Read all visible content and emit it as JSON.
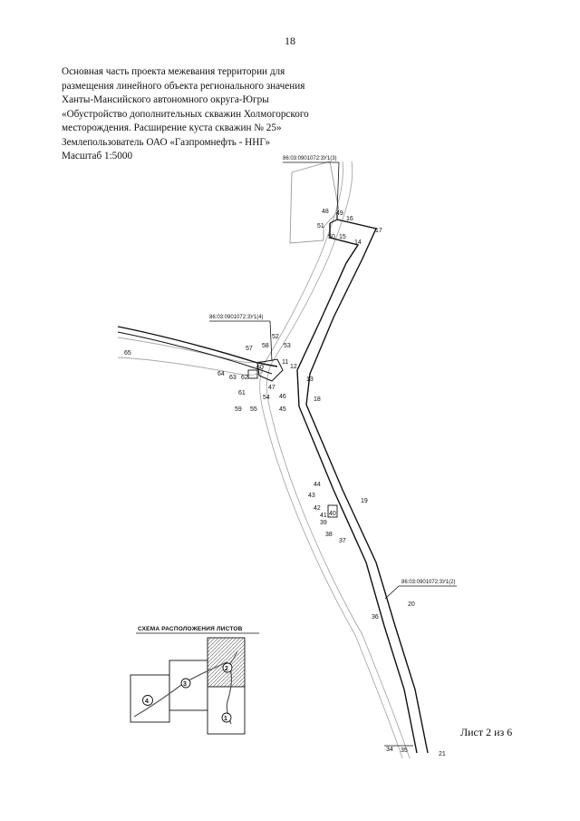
{
  "page": {
    "number": "18",
    "sheet": "Лист 2 из 6"
  },
  "title": {
    "lines": [
      "Основная часть проекта межевания территории для",
      "размещения линейного объекта регионального значения",
      "Ханты-Мансийского автономного округа-Югры",
      "«Обустройство дополнительных скважин Холмогорского",
      "месторождения. Расширение куста скважин № 25»",
      "Землепользователь ОАО «Газпромнефть - ННГ»",
      "Масштаб 1:5000"
    ]
  },
  "map": {
    "cadastral_labels": {
      "top": "86:03:0901072:3У1(3)",
      "left": "86:03:0901072:3У1(4)",
      "right": "86:03:0901072:3У1(2)"
    },
    "points": {
      "p48": "48",
      "p49": "49",
      "p16": "16",
      "p51": "51",
      "p17": "17",
      "p50": "50",
      "p15": "15",
      "p14": "14",
      "p52": "52",
      "p57": "57",
      "p58": "58",
      "p53": "53",
      "p11": "11",
      "p12": "12",
      "p60": "60",
      "p64": "64",
      "p63": "63",
      "p62": "62",
      "p13": "13",
      "p61": "61",
      "p47": "47",
      "p46": "46",
      "p18": "18",
      "p59": "59",
      "p55": "55",
      "p54": "54",
      "p45": "45",
      "p65": "65",
      "p44": "44",
      "p43": "43",
      "p19": "19",
      "p42": "42",
      "p40": "40",
      "p41": "41",
      "p39": "39",
      "p38": "38",
      "p37": "37",
      "p20": "20",
      "p36": "36",
      "p34": "34",
      "p35": "35",
      "p21": "21"
    }
  },
  "scheme": {
    "title": "СХЕМА РАСПОЛОЖЕНИЯ ЛИСТОВ",
    "sheets": {
      "s1": "1",
      "s2": "2",
      "s3": "3",
      "s4": "4"
    }
  }
}
